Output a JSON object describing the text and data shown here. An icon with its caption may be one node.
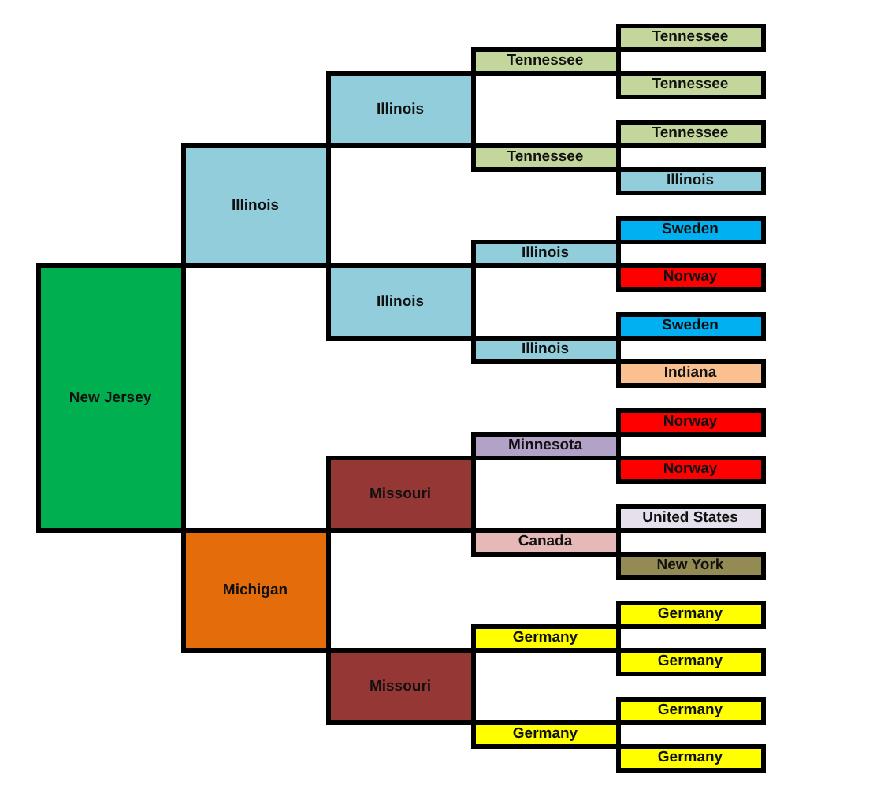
{
  "diagram": {
    "nodes": [
      {
        "text": [
          "New Jersey"
        ]
      },
      {
        "text": [
          "Illinois"
        ]
      },
      {
        "text": [
          "Michigan"
        ]
      },
      {
        "text": [
          "Illinois"
        ]
      },
      {
        "text": [
          "Illinois"
        ]
      },
      {
        "text": [
          "Missouri"
        ]
      },
      {
        "text": [
          "Missouri"
        ]
      },
      {
        "text": [
          "Tennessee"
        ]
      },
      {
        "text": [
          "Tennessee"
        ]
      },
      {
        "text": [
          "Illinois"
        ]
      },
      {
        "text": [
          "Illinois"
        ]
      },
      {
        "text": [
          "Minnesota"
        ]
      },
      {
        "text": [
          "Canada"
        ]
      },
      {
        "text": [
          "Germany"
        ]
      },
      {
        "text": [
          "Germany"
        ]
      },
      {
        "text": [
          "Tennessee"
        ]
      },
      {
        "text": [
          "Tennessee"
        ]
      },
      {
        "text": [
          "Tennessee"
        ]
      },
      {
        "text": [
          "Illinois"
        ]
      },
      {
        "text": [
          "Sweden"
        ]
      },
      {
        "text": [
          "Norway"
        ]
      },
      {
        "text": [
          "Sweden"
        ]
      },
      {
        "text": [
          "Indiana"
        ]
      },
      {
        "text": [
          "Norway"
        ]
      },
      {
        "text": [
          "Norway"
        ]
      },
      {
        "text": [
          "United States"
        ]
      },
      {
        "text": [
          "New York"
        ]
      },
      {
        "text": [
          "Germany"
        ]
      },
      {
        "text": [
          "Germany"
        ]
      },
      {
        "text": [
          "Germany"
        ]
      },
      {
        "text": [
          "Germany"
        ]
      }
    ]
  }
}
